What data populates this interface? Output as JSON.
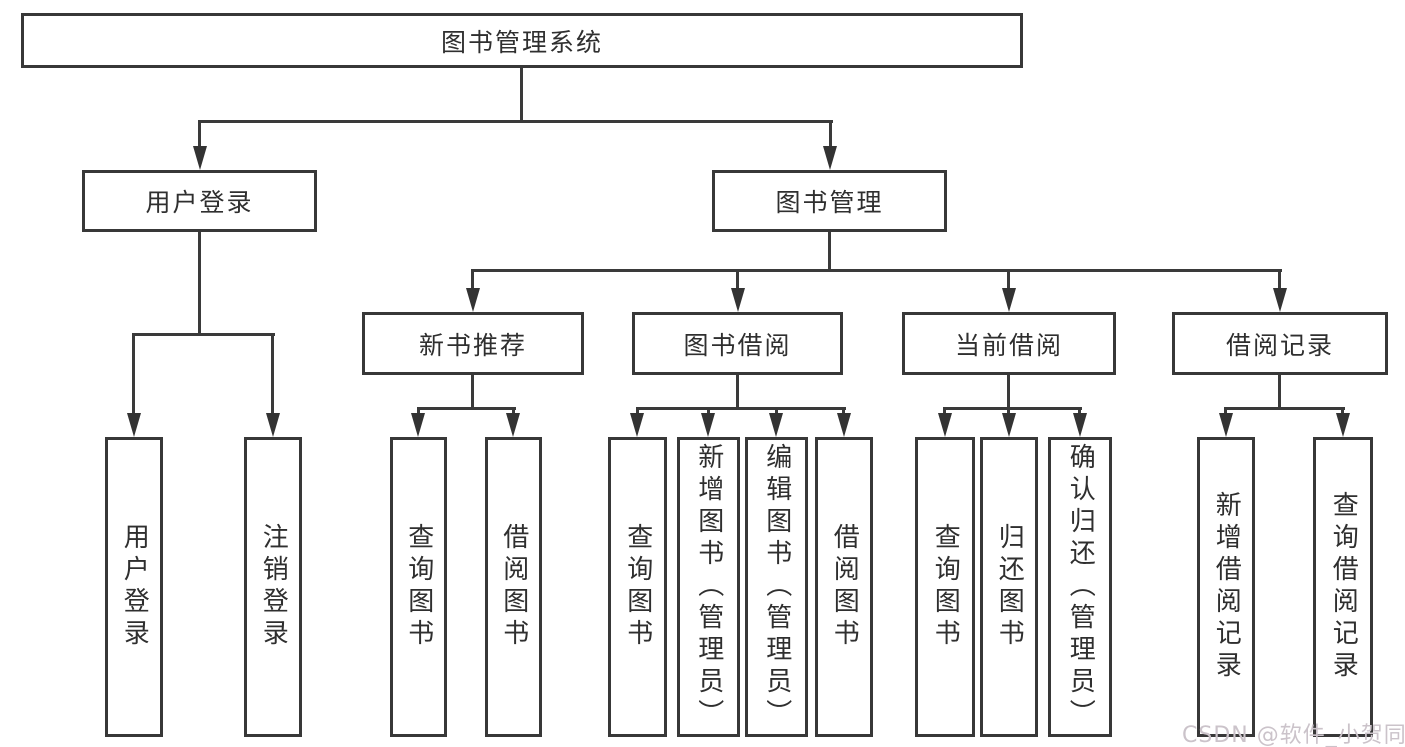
{
  "diagram": {
    "root": {
      "label": "图书管理系统"
    },
    "level2": [
      {
        "label": "用户登录"
      },
      {
        "label": "图书管理"
      }
    ],
    "level3": [
      {
        "label": "新书推荐"
      },
      {
        "label": "图书借阅"
      },
      {
        "label": "当前借阅"
      },
      {
        "label": "借阅记录"
      }
    ],
    "leaves": {
      "user_login": [
        {
          "label": "用户登录"
        },
        {
          "label": "注销登录"
        }
      ],
      "new_book_recommend": [
        {
          "label": "查询图书"
        },
        {
          "label": "借阅图书"
        }
      ],
      "book_borrow": [
        {
          "label": "查询图书"
        },
        {
          "label": "新增图书（管理员）"
        },
        {
          "label": "编辑图书（管理员）"
        },
        {
          "label": "借阅图书"
        }
      ],
      "current_borrow": [
        {
          "label": "查询图书"
        },
        {
          "label": "归还图书"
        },
        {
          "label": "确认归还（管理员）"
        }
      ],
      "borrow_records": [
        {
          "label": "新增借阅记录"
        },
        {
          "label": "查询借阅记录"
        }
      ]
    },
    "watermark": "CSDN @软件_小贺同学",
    "colors": {
      "line": "#3a3a3a",
      "text": "#2f2f2f",
      "background": "#ffffff",
      "watermark": "#cbc3ca"
    }
  }
}
